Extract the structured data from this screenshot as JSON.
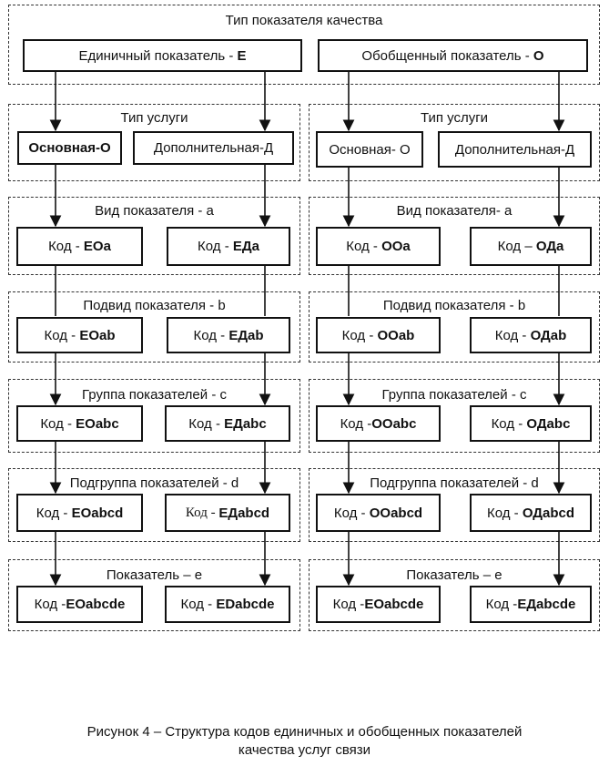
{
  "top": {
    "title": "Тип показателя качества",
    "unit": {
      "text": "Единичный показатель - ",
      "code": "Е"
    },
    "general": {
      "text": "Обобщенный показатель - ",
      "code": "О"
    }
  },
  "left": {
    "service_type": {
      "title": "Тип услуги",
      "box1": "Основная-О",
      "box2": "Дополнительная-Д"
    },
    "kind": {
      "title": "Вид показателя - а",
      "box1": {
        "text": "Код - ",
        "code": "ЕОа"
      },
      "box2": {
        "text": "Код - ",
        "code": "ЕДа"
      }
    },
    "subkind": {
      "title": "Подвид показателя - b",
      "box1": {
        "text": "Код - ",
        "code": "ЕОаb"
      },
      "box2": {
        "text": "Код - ",
        "code": "ЕДаb"
      }
    },
    "group": {
      "title": "Группа показателей - с",
      "box1": {
        "text": "Код - ",
        "code": "ЕОаbс"
      },
      "box2": {
        "text": "Код - ",
        "code": "ЕДаbс"
      }
    },
    "subgroup": {
      "title": "Подгруппа показателей - d",
      "box1": {
        "text": "Код - ",
        "code": "ЕОаbcd"
      },
      "box2": {
        "text": "Код - ",
        "code": "ЕДаbcd"
      }
    },
    "indicator": {
      "title": "Показатель – е",
      "box1": {
        "text": "Код -",
        "code": "ЕОаbcde"
      },
      "box2": {
        "text": "Код - ",
        "code": "ЕDаbcde"
      }
    }
  },
  "right": {
    "service_type": {
      "title": "Тип услуги",
      "box1": "Основная- О",
      "box2": "Дополнительная-Д"
    },
    "kind": {
      "title": "Вид показателя- а",
      "box1": {
        "text": "Код - ",
        "code": "ООа"
      },
      "box2": {
        "text": "Код – ",
        "code": "ОДа"
      }
    },
    "subkind": {
      "title": "Подвид показателя - b",
      "box1": {
        "text": "Код - ",
        "code": "ООаb"
      },
      "box2": {
        "text": "Код - ",
        "code": "ОДаb"
      }
    },
    "group": {
      "title": "Группа показателей - с",
      "box1": {
        "text": "Код -",
        "code": "ООаbс"
      },
      "box2": {
        "text": "Код - ",
        "code": "ОДаbс"
      }
    },
    "subgroup": {
      "title": "Подгруппа показателей - d",
      "box1": {
        "text": "Код - ",
        "code": "ООаbcd"
      },
      "box2": {
        "text": "Код - ",
        "code": "ОДаbcd"
      }
    },
    "indicator": {
      "title": "Показатель – е",
      "box1": {
        "text": "Код -",
        "code": "ЕОаbcde"
      },
      "box2": {
        "text": "Код -",
        "code": "ЕДаbcde"
      }
    }
  },
  "caption": {
    "line1": "Рисунок 4 – Структура кодов единичных и обобщенных показателей",
    "line2": "качества услуг связи"
  }
}
